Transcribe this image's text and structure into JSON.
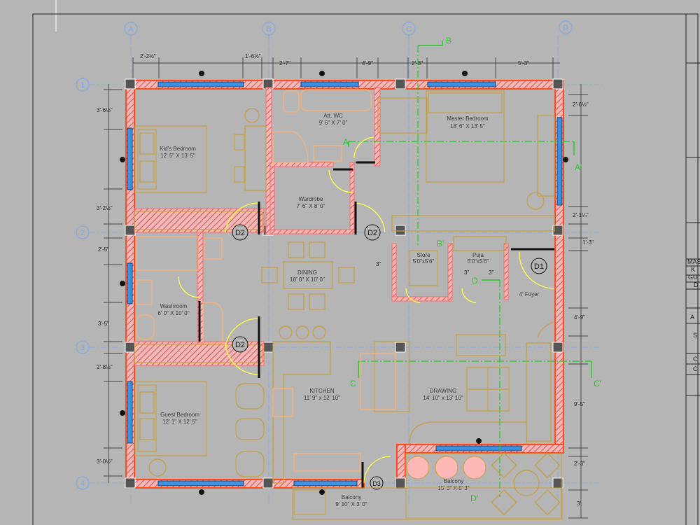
{
  "colors": {
    "background": "#b5b5b5",
    "wall": "#ff5a2a",
    "hatch": "#ff8a8a",
    "furniture": "#c8a040",
    "fixture": "#ffb070",
    "window": "#3d8fe0",
    "door_swing": "#ffff44",
    "section": "#22cc22",
    "grid": "#7aaaf0",
    "dim": "#222222",
    "label": "#3a3a3a"
  },
  "grid_labels": {
    "columns": [
      "A",
      "B",
      "C",
      "D"
    ],
    "rows": [
      "1",
      "2",
      "3",
      "4"
    ]
  },
  "rooms": {
    "kids_bedroom": {
      "name": "Kid's Bedroom",
      "size": "12' 5\" X 13' 5\""
    },
    "att_wc": {
      "name": "Att. WC",
      "size": "9' 6\" X 7' 0\""
    },
    "master_bedroom": {
      "name": "Master Bedroom",
      "size": "18' 6\" X 13' 5\""
    },
    "wardrobe": {
      "name": "Wardrobe",
      "size": "7' 6\" X 8' 0\""
    },
    "dining": {
      "name": "DINING",
      "size": "18' 0\" X 10' 0\""
    },
    "washroom": {
      "name": "Washroom",
      "size": "6' 0\" X 10' 0\""
    },
    "store": {
      "name": "Store",
      "size": "5'0\"x5'6\""
    },
    "puja": {
      "name": "Puja",
      "size": "5'0\"x5'6\""
    },
    "foyer": {
      "name": "4' Foyer",
      "size": ""
    },
    "kitchen": {
      "name": "KITCHEN",
      "size": "11' 9\" x 12' 10\""
    },
    "drawing": {
      "name": "DRAWING",
      "size": "14' 10\" x 13' 10\""
    },
    "guest_bedroom": {
      "name": "Guest Bedroom",
      "size": "12' 1\" X 12' 5\""
    },
    "balcony_front": {
      "name": "Balcony",
      "size": "9' 10\" X 3' 0\""
    },
    "balcony_side": {
      "name": "Balcony",
      "size": "15' 3\" X 8' 3\""
    }
  },
  "doors": [
    "D2",
    "D2",
    "D2",
    "D1",
    "D3"
  ],
  "sections": {
    "a": "A",
    "a_prime": "A'",
    "b": "B",
    "b_prime": "B'",
    "c": "C",
    "c_prime": "C'",
    "d": "D",
    "d_prime": "D'"
  },
  "dimensions": {
    "top": [
      "2'-2½\"",
      "1'-6½\"",
      "2'-7\"",
      "4'-9\"",
      "2'-8\"",
      "5'-3\""
    ],
    "left": [
      "3'-6½\"",
      "3'-2½\"",
      "2'-5\"",
      "3'-5\"",
      "2'-8½\"",
      "3'-0½\""
    ],
    "right": [
      "2'-6½\"",
      "2'-1¼\"",
      "1'-3\"",
      "4'-9\"",
      "9'-5\"",
      "2'-3\"",
      "3'"
    ],
    "inner": [
      "3\"",
      "3\"",
      "3\""
    ]
  },
  "right_panel_fragments": [
    "MAS",
    "K",
    "GU",
    "D",
    "A",
    "S",
    "C",
    "C"
  ]
}
